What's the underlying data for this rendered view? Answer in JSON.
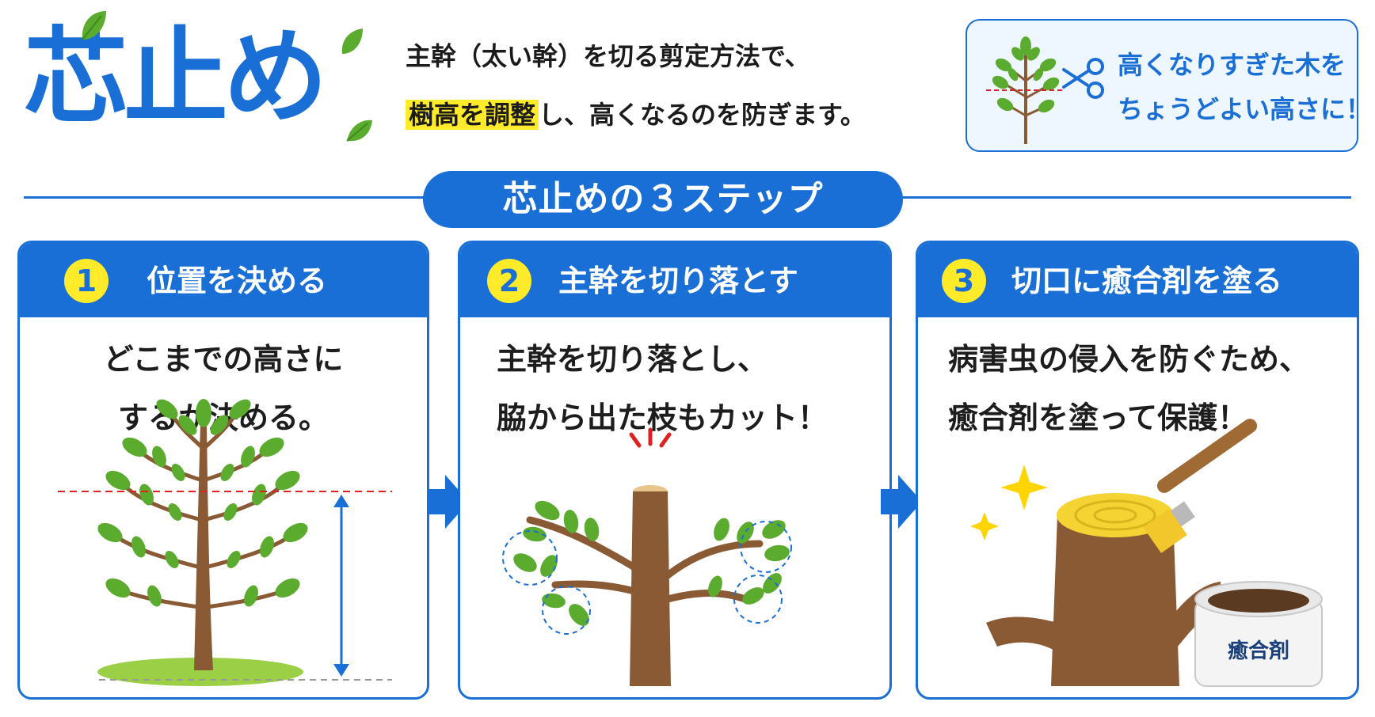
{
  "title": "芯止め",
  "intro": {
    "line1": "主幹（太い幹）を切る剪定方法で、",
    "highlight": "樹高を調整",
    "line2_rest": "し、高くなるのを防ぎます。"
  },
  "info_box": {
    "line1": "高くなりすぎた木を",
    "line2": "ちょうどよい高さに！"
  },
  "steps_title": "芯止めの３ステップ",
  "steps": [
    {
      "number": "1",
      "title": "位置を決める",
      "line1": "どこまでの高さに",
      "line2": "するか決める。"
    },
    {
      "number": "2",
      "title": "主幹を切り落とす",
      "line1": "主幹を切り落とし、",
      "line2": "脇から出た枝もカット！"
    },
    {
      "number": "3",
      "title": "切口に癒合剤を塗る",
      "line1": "病害虫の侵入を防ぐため、",
      "line2": "癒合剤を塗って保護！"
    }
  ],
  "jar_label": "癒合剤",
  "colors": {
    "accent": "#1a6fd6",
    "highlight": "#ffeb2a",
    "leaf": "#5aab2e",
    "trunk": "#8a5a34",
    "cut_line": "#e02020"
  },
  "icons": [
    "leaf-icon",
    "scissors-icon",
    "tree-icon",
    "sparkle-icon",
    "brush-icon",
    "jar-icon"
  ]
}
